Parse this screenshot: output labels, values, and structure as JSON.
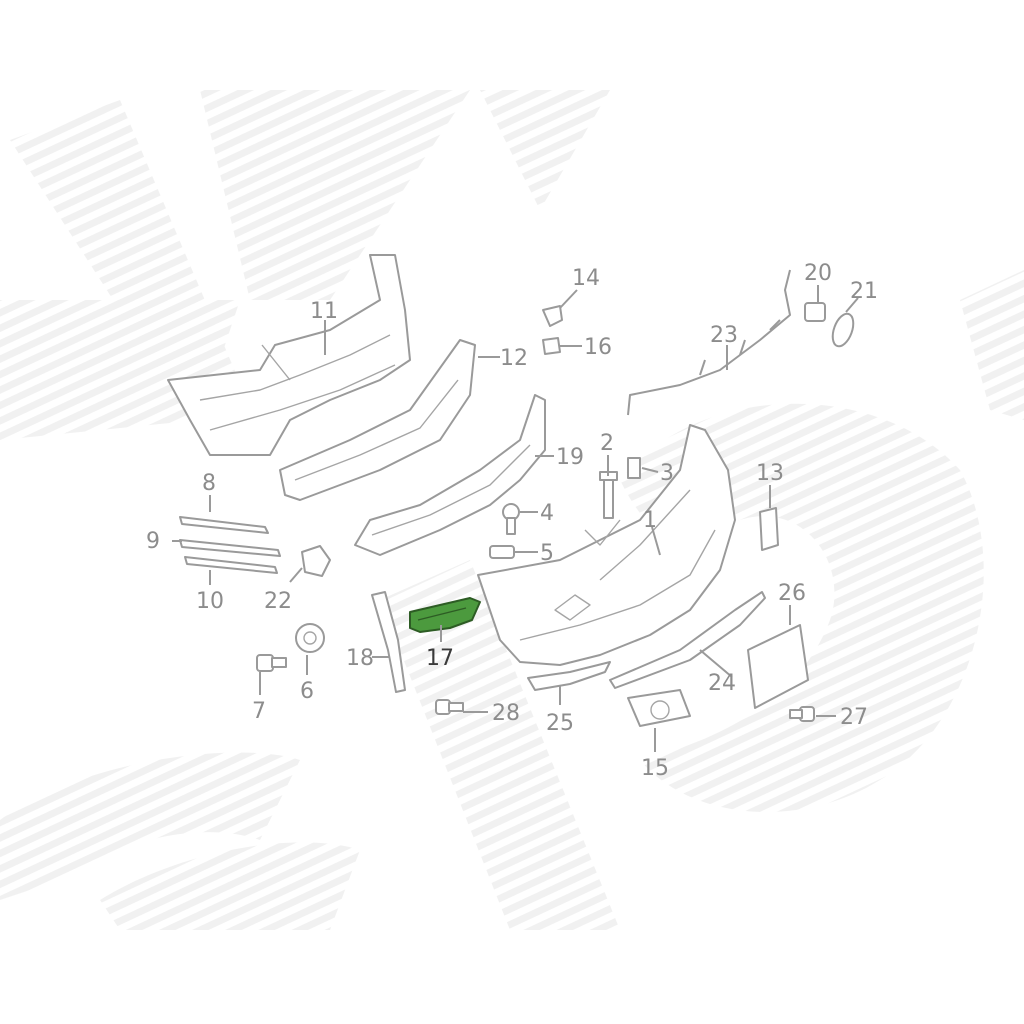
{
  "diagram": {
    "highlight_color": "#4c9a3e",
    "watermark_stripe_color": "#e6e6e6",
    "line_color": "#9a9a9a",
    "highlighted_part": "17",
    "callouts": [
      {
        "id": "1",
        "label": "1"
      },
      {
        "id": "2",
        "label": "2"
      },
      {
        "id": "3",
        "label": "3"
      },
      {
        "id": "4",
        "label": "4"
      },
      {
        "id": "5",
        "label": "5"
      },
      {
        "id": "6",
        "label": "6"
      },
      {
        "id": "7",
        "label": "7"
      },
      {
        "id": "8",
        "label": "8"
      },
      {
        "id": "9",
        "label": "9"
      },
      {
        "id": "10",
        "label": "10"
      },
      {
        "id": "11",
        "label": "11"
      },
      {
        "id": "12",
        "label": "12"
      },
      {
        "id": "13",
        "label": "13"
      },
      {
        "id": "14",
        "label": "14"
      },
      {
        "id": "15",
        "label": "15"
      },
      {
        "id": "16",
        "label": "16"
      },
      {
        "id": "17",
        "label": "17"
      },
      {
        "id": "18",
        "label": "18"
      },
      {
        "id": "19",
        "label": "19"
      },
      {
        "id": "20",
        "label": "20"
      },
      {
        "id": "21",
        "label": "21"
      },
      {
        "id": "22",
        "label": "22"
      },
      {
        "id": "23",
        "label": "23"
      },
      {
        "id": "24",
        "label": "24"
      },
      {
        "id": "25",
        "label": "25"
      },
      {
        "id": "26",
        "label": "26"
      },
      {
        "id": "27",
        "label": "27"
      },
      {
        "id": "28",
        "label": "28"
      }
    ]
  }
}
